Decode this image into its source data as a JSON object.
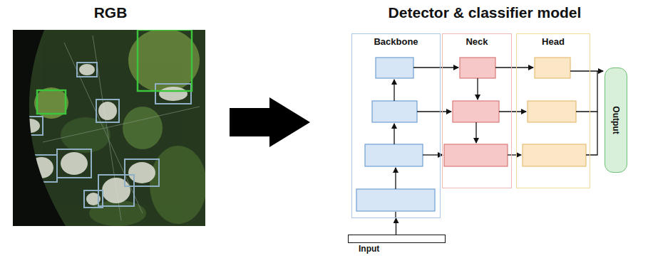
{
  "diagram": {
    "nodes": [
      {
        "text": [
          "Backbone"
        ]
      },
      {
        "text": [
          "Neck"
        ]
      },
      {
        "text": [
          "Head"
        ]
      },
      {
        "text": [
          "Output"
        ]
      },
      {
        "text": [
          "Input"
        ]
      }
    ],
    "edges": [
      {
        "from": 4,
        "to": 0,
        "arrow": "to"
      }
    ],
    "labels": [
      "RGB",
      "Detector & classifier model"
    ]
  }
}
